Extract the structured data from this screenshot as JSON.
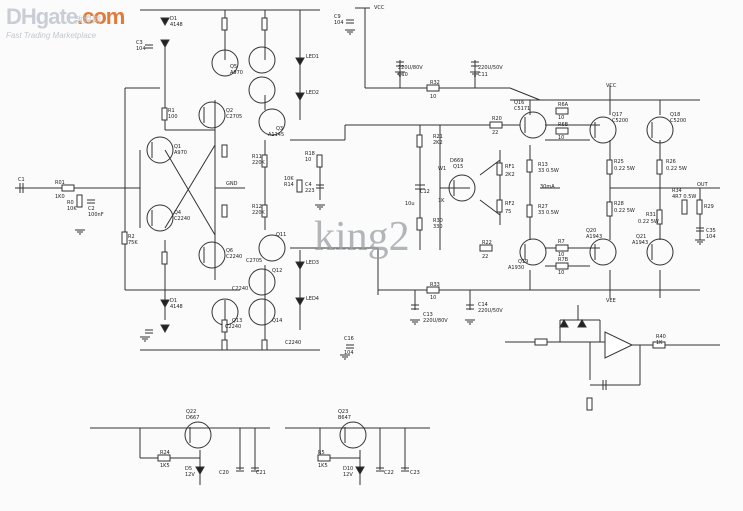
{
  "site": {
    "brand_main": "DHgate",
    "brand_suffix": ".com",
    "brand_cn": "敦煌网",
    "tagline": "Fast Trading Marketplace"
  },
  "watermark": "king2",
  "labels": {
    "vcc_top": "VCC",
    "vcc_right": "VCC",
    "vee": "VEE",
    "gnd": "GND",
    "out": "OUT",
    "c1": "C1",
    "r01": "R01",
    "r01_val": "1K0",
    "r0": "R0",
    "r0_val": "10K",
    "c2": "C2",
    "c2_val": "100nF",
    "d1": "D1",
    "d1_val": "4148",
    "c3": "C3",
    "c3_val": "104",
    "r1": "R1",
    "r1_val": "100",
    "r2": "R2",
    "r2_val": "75K",
    "q1": "Q1",
    "q1_val": "A970",
    "q4": "Q4",
    "q4_val": "C2240",
    "q2": "Q2",
    "q2_val": "C2705",
    "q3": "Q3",
    "q3_val": "A1145",
    "q5": "Q5",
    "q5_val": "A970",
    "q6": "Q6",
    "q6_val": "C2240",
    "r11": "R11",
    "r11_val": "220K",
    "r12": "R12",
    "r12_val": "220K",
    "r14": "R14",
    "r14_val": "10K",
    "c4": "C4",
    "c4_val": "223",
    "r18": "R18",
    "r18_val": "10",
    "q11": "Q11",
    "q11_val": "C2705",
    "q12": "Q12",
    "q12_val": "C2240",
    "q13": "Q13",
    "q13_val": "C2240",
    "q14": "Q14",
    "q14_val": "C2240",
    "led1": "LED1",
    "led2": "LED2",
    "led3": "LED3",
    "led4": "LED4",
    "c9": "C9",
    "c9_val": "104",
    "c10": "C10",
    "c10_val": "220U/80V",
    "c11": "C11",
    "c11_val": "220U/50V",
    "r32": "R32",
    "r32_val": "10",
    "r33": "R33",
    "r33_val": "10",
    "c13": "C13",
    "c13_val": "220U/80V",
    "c14": "C14",
    "c14_val": "220U/50V",
    "r20": "R20",
    "r20_val": "22",
    "r22": "R22",
    "r22_val": "22",
    "r21": "R21",
    "r21_val": "2K2",
    "r30": "R30",
    "r30_val": "330",
    "w1": "W1",
    "w1_val": "1K",
    "c12": "C12",
    "c12_val": "10u",
    "q15": "Q15",
    "q15_val": "D669",
    "rf1": "RF1",
    "rf1_val": "2K2",
    "rf2": "RF2",
    "rf2_val": "75",
    "q16": "Q16",
    "q16_val": "C5171",
    "q19": "Q19",
    "q19_val": "A1930",
    "r13": "R13",
    "r13_val": "33 0.5W",
    "r27": "R27",
    "r27_val": "33 0.5W",
    "cur": "30mA",
    "r6a": "R6A",
    "r6a_val": "10",
    "r6b": "R6B",
    "r6b_val": "10",
    "r7": "R7",
    "r7_val": "10",
    "r7b": "R7B",
    "r7b_val": "10",
    "q17": "Q17",
    "q17_val": "C5200",
    "q18": "Q18",
    "q18_val": "C5200",
    "q20": "Q20",
    "q20_val": "A1943",
    "q21": "Q21",
    "q21_val": "A1943",
    "r25": "R25",
    "r25_val": "0.22 5W",
    "r26": "R26",
    "r26_val": "0.22 5W",
    "r28": "R28",
    "r28_val": "0.22 5W",
    "r31": "R31",
    "r31_val": "0.22 5W",
    "r34": "R34",
    "r34_val": "4R7 0.5W",
    "r29": "R29",
    "c35": "C35",
    "c35_val": "104",
    "r40": "R40",
    "r40_val": "1K",
    "c16": "C16",
    "c16_val": "104",
    "q22": "Q22",
    "q22_val": "D667",
    "q23": "Q23",
    "q23_val": "B647",
    "d5": "D5",
    "d5_val": "12V",
    "d10": "D10",
    "d10_val": "12V",
    "r24": "R24",
    "r24_val": "1K5",
    "r5": "R5",
    "r5_val": "1K5",
    "c20": "C20",
    "c21": "C21",
    "c22": "C22",
    "c23": "C23"
  }
}
